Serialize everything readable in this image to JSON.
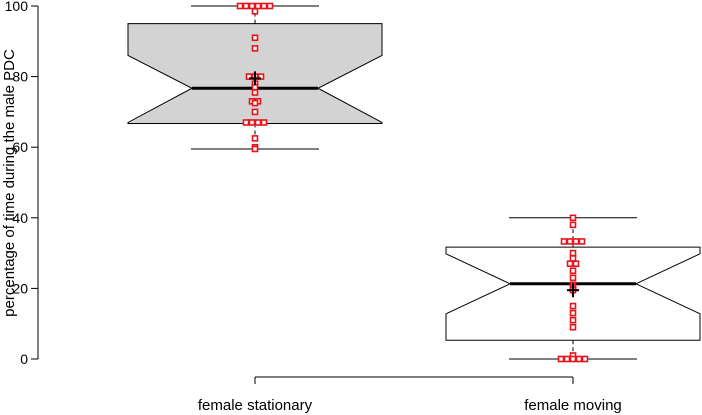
{
  "chart_data": {
    "type": "box",
    "title": "",
    "xlabel": "",
    "ylabel": "percentage of time during the male PDC",
    "ylim": [
      0,
      100
    ],
    "yticks": [
      0,
      20,
      40,
      60,
      80,
      100
    ],
    "categories": [
      "female stationary",
      "female moving"
    ],
    "boxes": [
      {
        "category": "female stationary",
        "whisker_low": 59.5,
        "q1": 66.7,
        "median": 76.7,
        "q3": 95,
        "whisker_high": 100,
        "notch_low": 67,
        "notch_high": 86,
        "mean": 79.5,
        "fill": "#d3d3d3",
        "points": [
          100,
          100,
          100,
          100,
          100,
          100,
          98.5,
          91,
          88,
          80,
          80,
          80,
          78,
          77,
          75.5,
          73,
          73,
          72.5,
          70,
          67,
          67,
          67,
          67,
          62.5,
          60,
          59.5
        ]
      },
      {
        "category": "female moving",
        "whisker_low": 0,
        "q1": 5.3,
        "median": 21.3,
        "q3": 31.7,
        "whisker_high": 40,
        "notch_low": 12.8,
        "notch_high": 29.8,
        "mean": 19.5,
        "fill": "#ffffff",
        "points": [
          40,
          38,
          33.3,
          33.3,
          33.3,
          33.3,
          30,
          28.5,
          27,
          27,
          25,
          23,
          21,
          20.5,
          20,
          19.5,
          15,
          13,
          11,
          9,
          1,
          0,
          0,
          0,
          0,
          0
        ]
      }
    ],
    "point_color": "#e8141c"
  }
}
